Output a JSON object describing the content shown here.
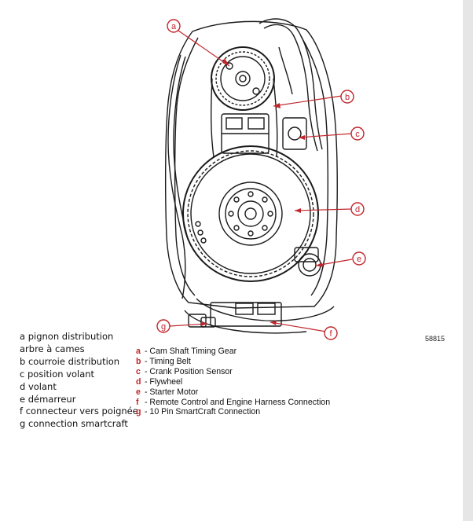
{
  "diagram": {
    "callouts": [
      "a",
      "b",
      "c",
      "d",
      "e",
      "f",
      "g"
    ],
    "figure_number": "58815"
  },
  "notes": {
    "lines": [
      "a  pignon distribution",
      "arbre à cames",
      "b courroie distribution",
      "c position volant",
      "d volant",
      "e démarreur",
      "f connecteur vers poignée",
      "g connection smartcraft"
    ]
  },
  "legend": {
    "items": [
      {
        "key": "a",
        "label": "- Cam Shaft Timing Gear"
      },
      {
        "key": "b",
        "label": "- Timing Belt"
      },
      {
        "key": "c",
        "label": "- Crank Position Sensor"
      },
      {
        "key": "d",
        "label": "- Flywheel"
      },
      {
        "key": "e",
        "label": "- Starter Motor"
      },
      {
        "key": "f",
        "label": "- Remote Control and Engine Harness Connection"
      },
      {
        "key": "g",
        "label": "- 10 Pin SmartCraft Connection"
      }
    ]
  },
  "colors": {
    "callout": "#c0262c",
    "line_art": "#1a1a1a",
    "side_strip": "#e6e6e6"
  }
}
